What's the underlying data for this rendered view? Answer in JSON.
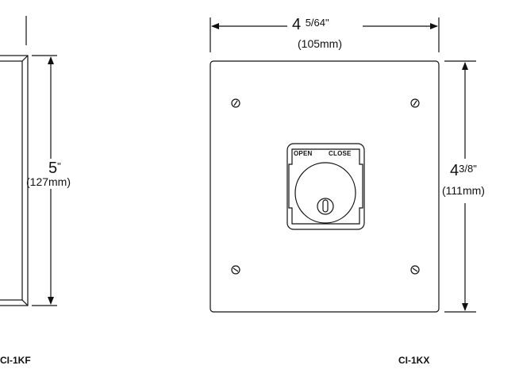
{
  "left_view": {
    "height_whole": "5",
    "height_inch_mark": "\"",
    "height_mm": "(127mm)",
    "caption": "CI-1KF"
  },
  "right_view": {
    "width_whole": "4",
    "width_fraction": "5/64\"",
    "width_mm": "(105mm)",
    "height_whole": "4",
    "height_fraction": "3/8\"",
    "height_mm": "(111mm)",
    "key_label_open": "OPEN",
    "key_label_close": "CLOSE",
    "caption": "CI-1KX"
  }
}
